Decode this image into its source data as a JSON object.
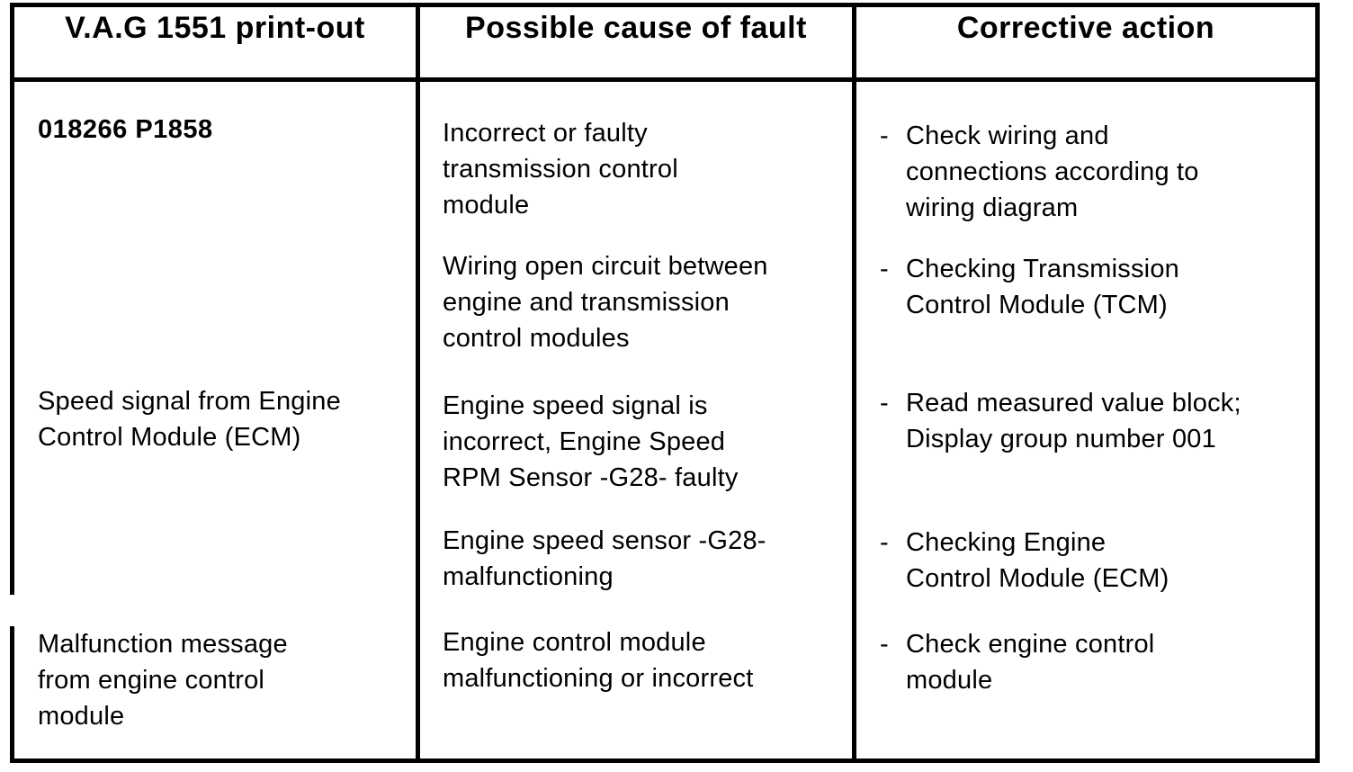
{
  "table": {
    "headers": [
      "V.A.G 1551 print-out",
      "Possible cause of fault",
      "Corrective action"
    ],
    "printout_column": {
      "fault_code": "018266 P1858",
      "entries": [
        "Speed signal from Engine\nControl Module (ECM)",
        "Malfunction message\nfrom engine control\nmodule"
      ]
    },
    "cause_column": {
      "entries": [
        "Incorrect or faulty\ntransmission control\nmodule",
        "Wiring open circuit between\nengine and transmission\ncontrol modules",
        "Engine speed signal is\nincorrect, Engine Speed\nRPM Sensor -G28- faulty",
        "Engine speed sensor -G28-\nmalfunctioning",
        "Engine control module\nmalfunctioning or incorrect"
      ]
    },
    "action_column": {
      "bullet": "-",
      "entries": [
        "Check wiring and\nconnections according to\nwiring diagram",
        "Checking Transmission\nControl Module (TCM)",
        "Read measured value block;\nDisplay group number 001",
        "Checking Engine\nControl Module (ECM)",
        "Check engine control\nmodule"
      ]
    },
    "colors": {
      "ink": "#000000",
      "paper": "#ffffff"
    }
  }
}
